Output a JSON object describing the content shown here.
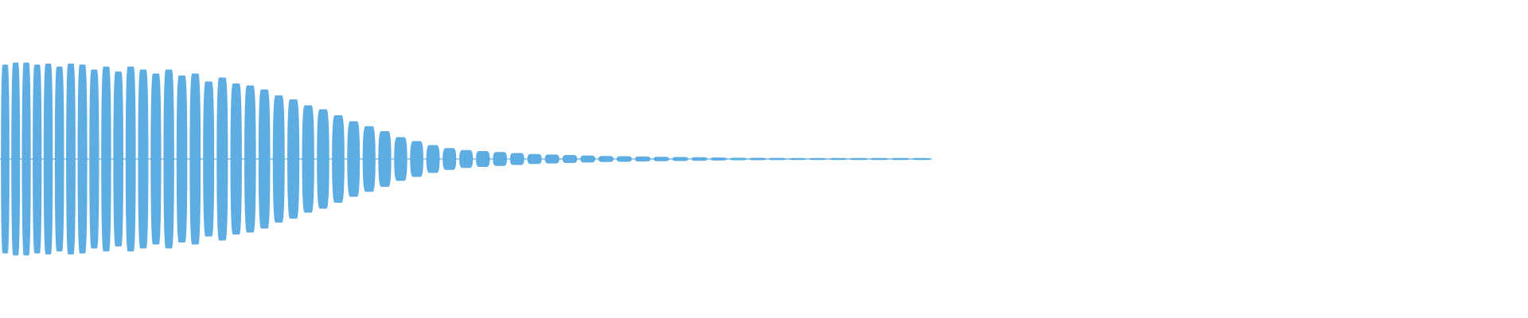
{
  "waveform": {
    "color": "#5dade2",
    "background": "#ffffff",
    "lobe_amplitudes": [
      0.95,
      0.97,
      0.97,
      0.95,
      0.96,
      0.93,
      0.96,
      0.95,
      0.9,
      0.93,
      0.88,
      0.93,
      0.9,
      0.86,
      0.9,
      0.84,
      0.86,
      0.78,
      0.82,
      0.76,
      0.74,
      0.7,
      0.64,
      0.6,
      0.54,
      0.5,
      0.44,
      0.38,
      0.33,
      0.28,
      0.22,
      0.18,
      0.14,
      0.11,
      0.09,
      0.08,
      0.07,
      0.06,
      0.05,
      0.045,
      0.04,
      0.035,
      0.03,
      0.028,
      0.025,
      0.022,
      0.02,
      0.018,
      0.015,
      0.013,
      0.012,
      0.011,
      0.01,
      0.01,
      0.008,
      0.008,
      0.007,
      0.007,
      0.006
    ],
    "end_fraction": 0.61
  }
}
